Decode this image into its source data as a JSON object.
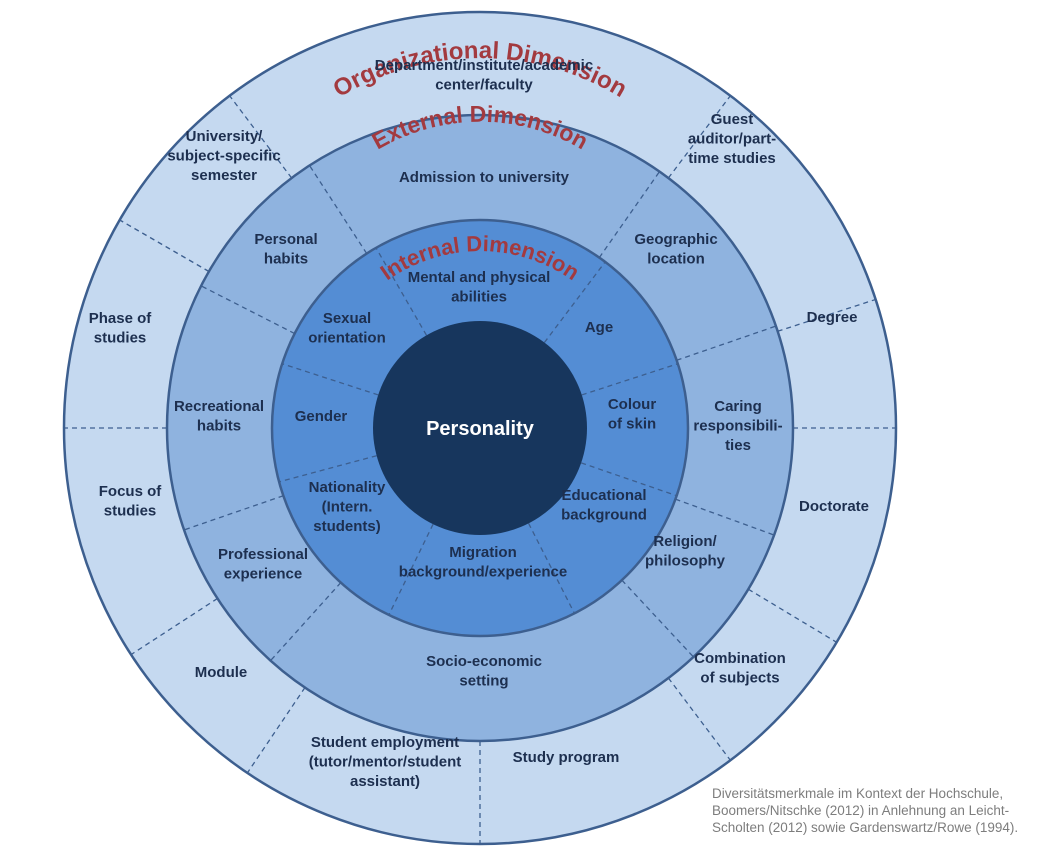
{
  "colors": {
    "outer_ring": "#c5d9f0",
    "external_ring": "#8fb3df",
    "internal_ring": "#548dd4",
    "core": "#17365d",
    "stroke": "#3d5f8f",
    "label_text": "#1d2f4f",
    "title_text": "#a33a3f",
    "caption_text": "#7d7d7d"
  },
  "core": {
    "label": "Personality"
  },
  "rings": {
    "organizational": {
      "title": "Organizational Dimension",
      "segments": [
        {
          "lines": [
            "Department/institute/academic",
            "center/faculty"
          ]
        },
        {
          "lines": [
            "Guest",
            "auditor/part-",
            "time studies"
          ]
        },
        {
          "lines": [
            "Degree"
          ]
        },
        {
          "lines": [
            "Doctorate"
          ]
        },
        {
          "lines": [
            "Combination",
            "of subjects"
          ]
        },
        {
          "lines": [
            "Study program"
          ]
        },
        {
          "lines": [
            "Student employment",
            "(tutor/mentor/student",
            "assistant)"
          ]
        },
        {
          "lines": [
            "Module"
          ]
        },
        {
          "lines": [
            "Focus of",
            "studies"
          ]
        },
        {
          "lines": [
            "Phase of",
            "studies"
          ]
        },
        {
          "lines": [
            "University/",
            "subject-specific",
            "semester"
          ]
        }
      ]
    },
    "external": {
      "title": "External Dimension",
      "segments": [
        {
          "lines": [
            "Admission to university"
          ]
        },
        {
          "lines": [
            "Geographic",
            "location"
          ]
        },
        {
          "lines": [
            "Caring",
            "responsibili-",
            "ties"
          ]
        },
        {
          "lines": [
            "Religion/",
            "philosophy"
          ]
        },
        {
          "lines": [
            "Socio-economic",
            "setting"
          ]
        },
        {
          "lines": [
            "Professional",
            "experience"
          ]
        },
        {
          "lines": [
            "Recreational",
            "habits"
          ]
        },
        {
          "lines": [
            "Personal",
            "habits"
          ]
        }
      ]
    },
    "internal": {
      "title": "Internal Dimension",
      "segments": [
        {
          "lines": [
            "Mental and physical",
            "abilities"
          ]
        },
        {
          "lines": [
            "Age"
          ]
        },
        {
          "lines": [
            "Colour",
            "of skin"
          ]
        },
        {
          "lines": [
            "Educational",
            "background"
          ]
        },
        {
          "lines": [
            "Migration",
            "background/experience"
          ]
        },
        {
          "lines": [
            "Nationality",
            "(Intern.",
            "students)"
          ]
        },
        {
          "lines": [
            "Gender"
          ]
        },
        {
          "lines": [
            "Sexual",
            "orientation"
          ]
        }
      ]
    }
  },
  "caption": "Diversitätsmerkmale im Kontext der Hochschule, Boomers/Nitschke (2012) in Anlehnung an Leicht-Scholten (2012) sowie Gardenswartz/Rowe (1994)."
}
